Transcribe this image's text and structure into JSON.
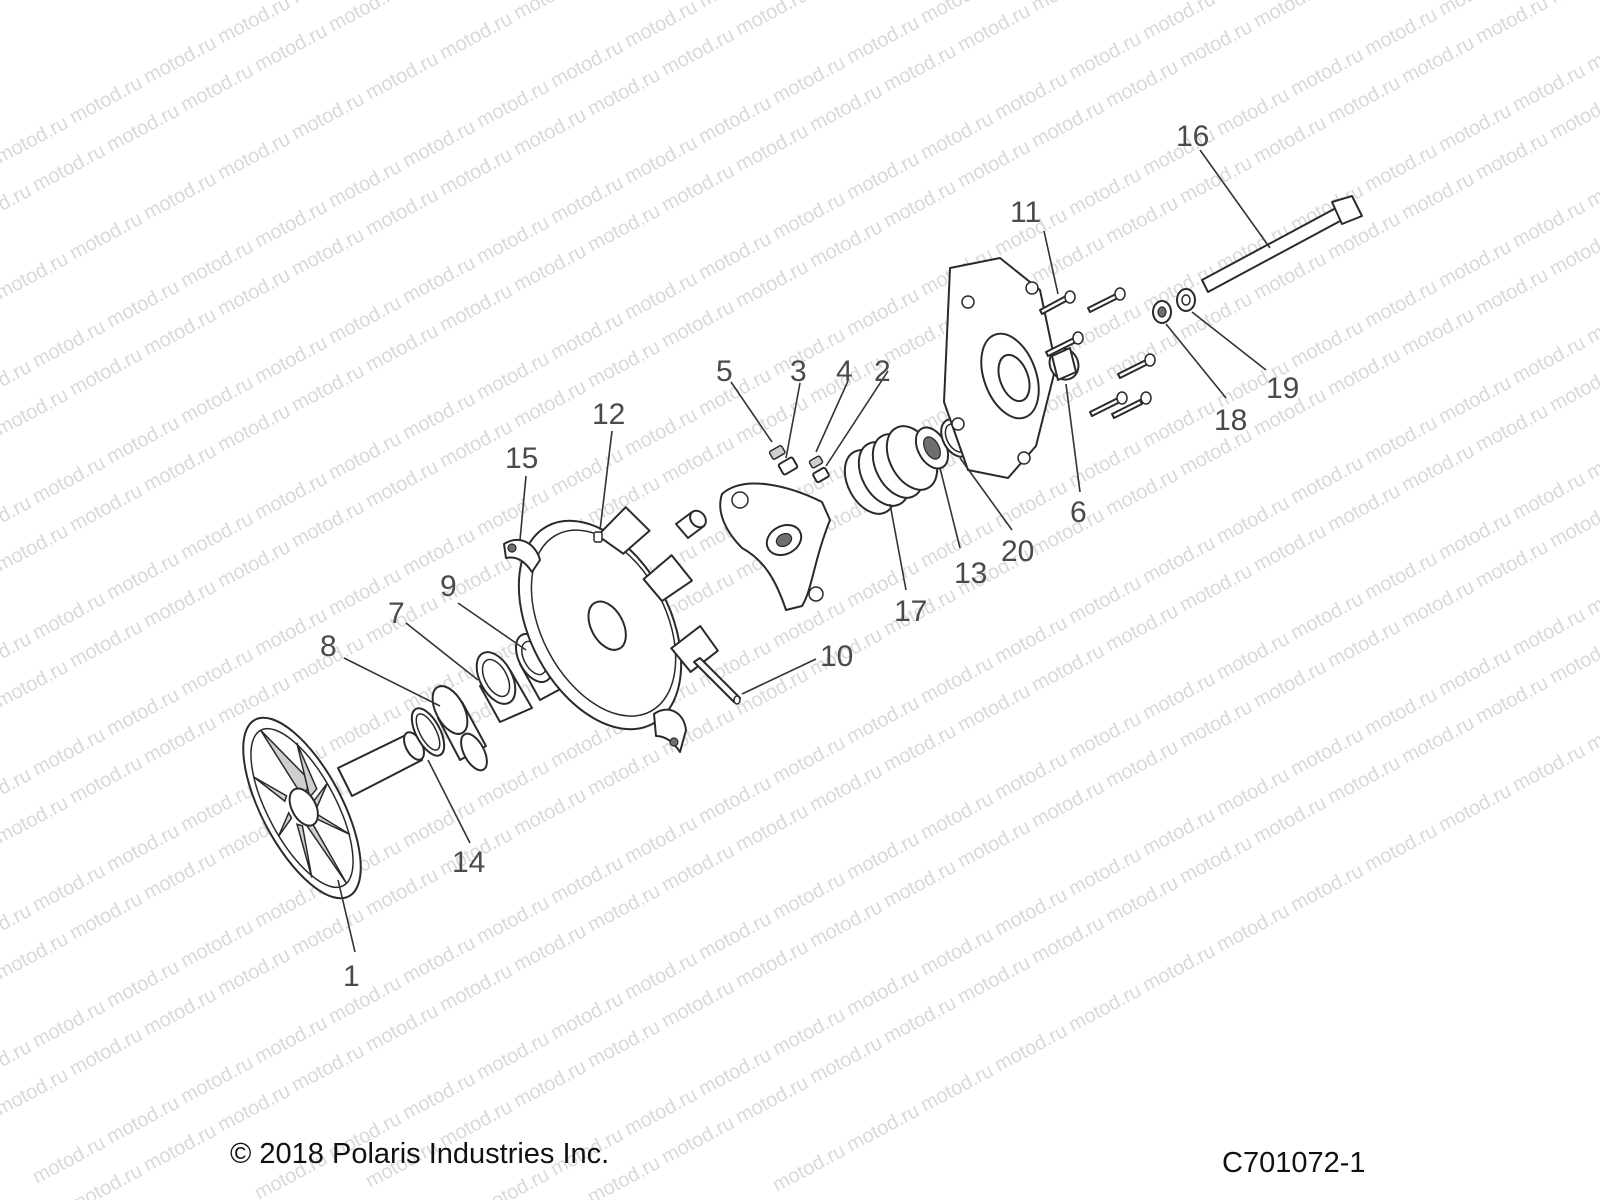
{
  "watermark": "motod.ru",
  "copyright": "© 2018 Polaris Industries Inc.",
  "drawing_id": "C701072-1",
  "callouts": {
    "c1": "1",
    "c2": "2",
    "c3": "3",
    "c4": "4",
    "c5": "5",
    "c6": "6",
    "c7": "7",
    "c8": "8",
    "c9": "9",
    "c10": "10",
    "c11": "11",
    "c12": "12",
    "c13": "13",
    "c14": "14",
    "c15": "15",
    "c16": "16",
    "c17": "17",
    "c18": "18",
    "c19": "19",
    "c20": "20"
  }
}
